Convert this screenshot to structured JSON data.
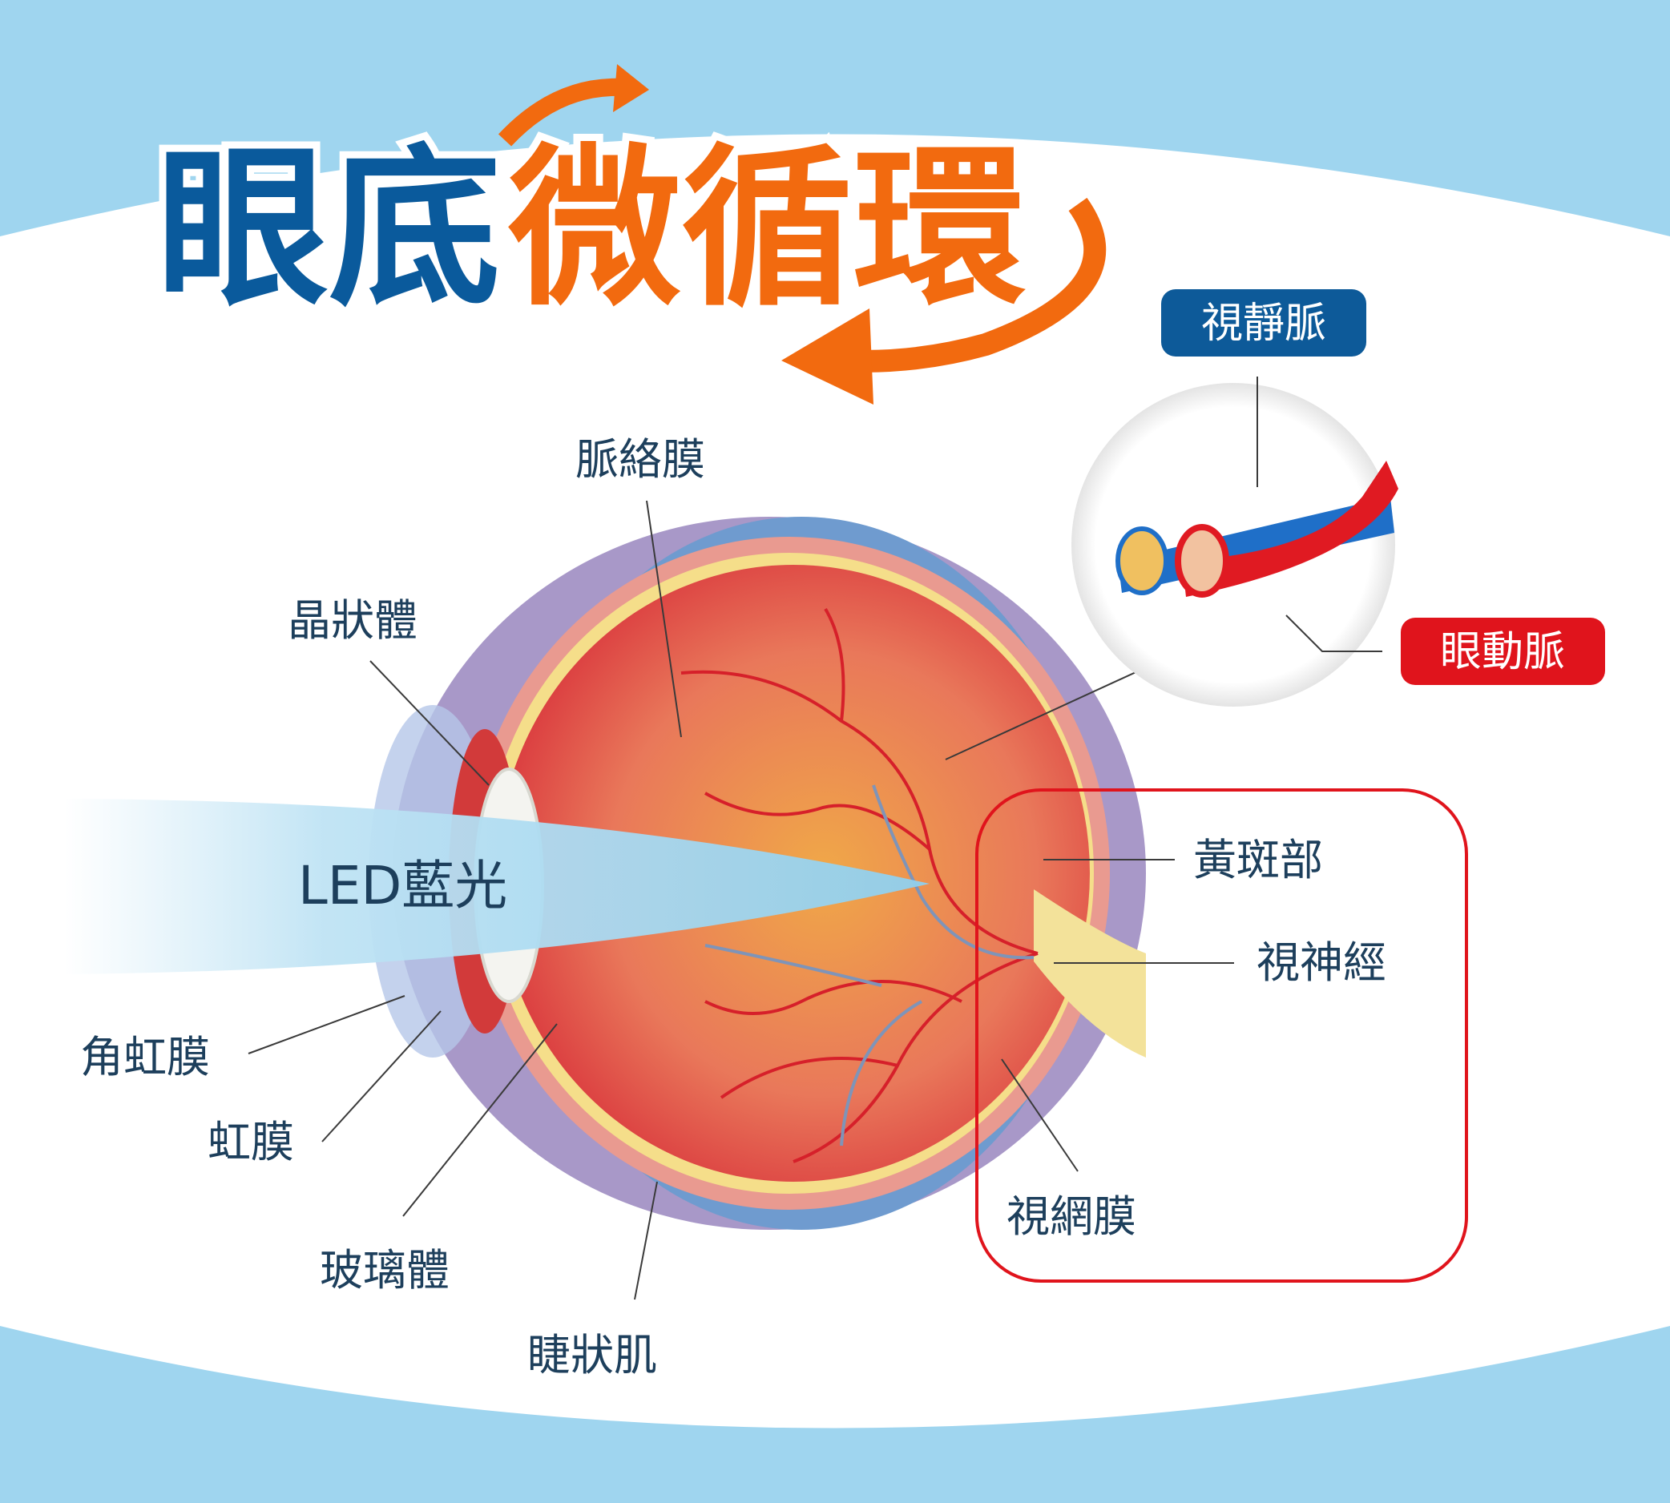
{
  "title": {
    "part1": "眼底",
    "part2": "微循環"
  },
  "labels": {
    "choroid": "脈絡膜",
    "lens": "晶狀體",
    "led_blue_light": "LED藍光",
    "cornea": "角虹膜",
    "iris": "虹膜",
    "vitreous": "玻璃體",
    "ciliary_muscle": "睫狀肌",
    "retina": "視網膜",
    "macula": "黃斑部",
    "optic_nerve": "視神經",
    "retinal_vein": "視靜脈",
    "ophthalmic_artery": "眼動脈"
  },
  "colors": {
    "background": "#9fd5ef",
    "title_blue": "#0a5a9c",
    "title_orange": "#f26a0f",
    "vein_badge": "#0d5a99",
    "artery_badge": "#e0141c",
    "highlight_box": "#e0141c"
  }
}
